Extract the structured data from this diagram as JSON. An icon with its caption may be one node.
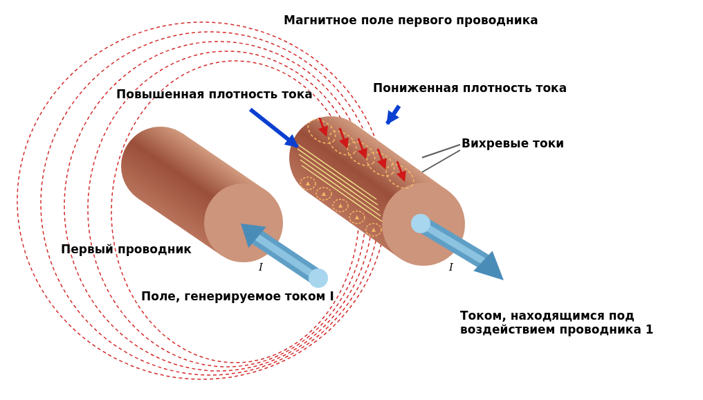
{
  "diagram": {
    "nodes": [
      {
        "text": [
          "Повышенная плотность тока"
        ]
      },
      {
        "text": [
          "Пониженная плотность тока"
        ]
      },
      {
        "text": [
          "Вихревые токи"
        ]
      },
      {
        "text": [],
        "shape": "picture"
      }
    ],
    "edges": [
      {
        "from": 0,
        "to": 3,
        "arrow": "to",
        "style": "thick",
        "color": "#0a3fd0"
      },
      {
        "from": 1,
        "to": 3,
        "arrow": "to",
        "style": "thick",
        "color": "#0a3fd0"
      },
      {
        "from": 2,
        "to": 3,
        "arrow": "none",
        "color": "#5a5a5a"
      },
      {
        "from": 2,
        "to": 3,
        "arrow": "none",
        "color": "#5a5a5a"
      }
    ],
    "labels": [
      "Магнитное поле первого проводника",
      "Первый проводник",
      "I",
      "Поле, генерируемое током I",
      "I",
      "Током, находящимся под воздействием проводника 1"
    ]
  }
}
